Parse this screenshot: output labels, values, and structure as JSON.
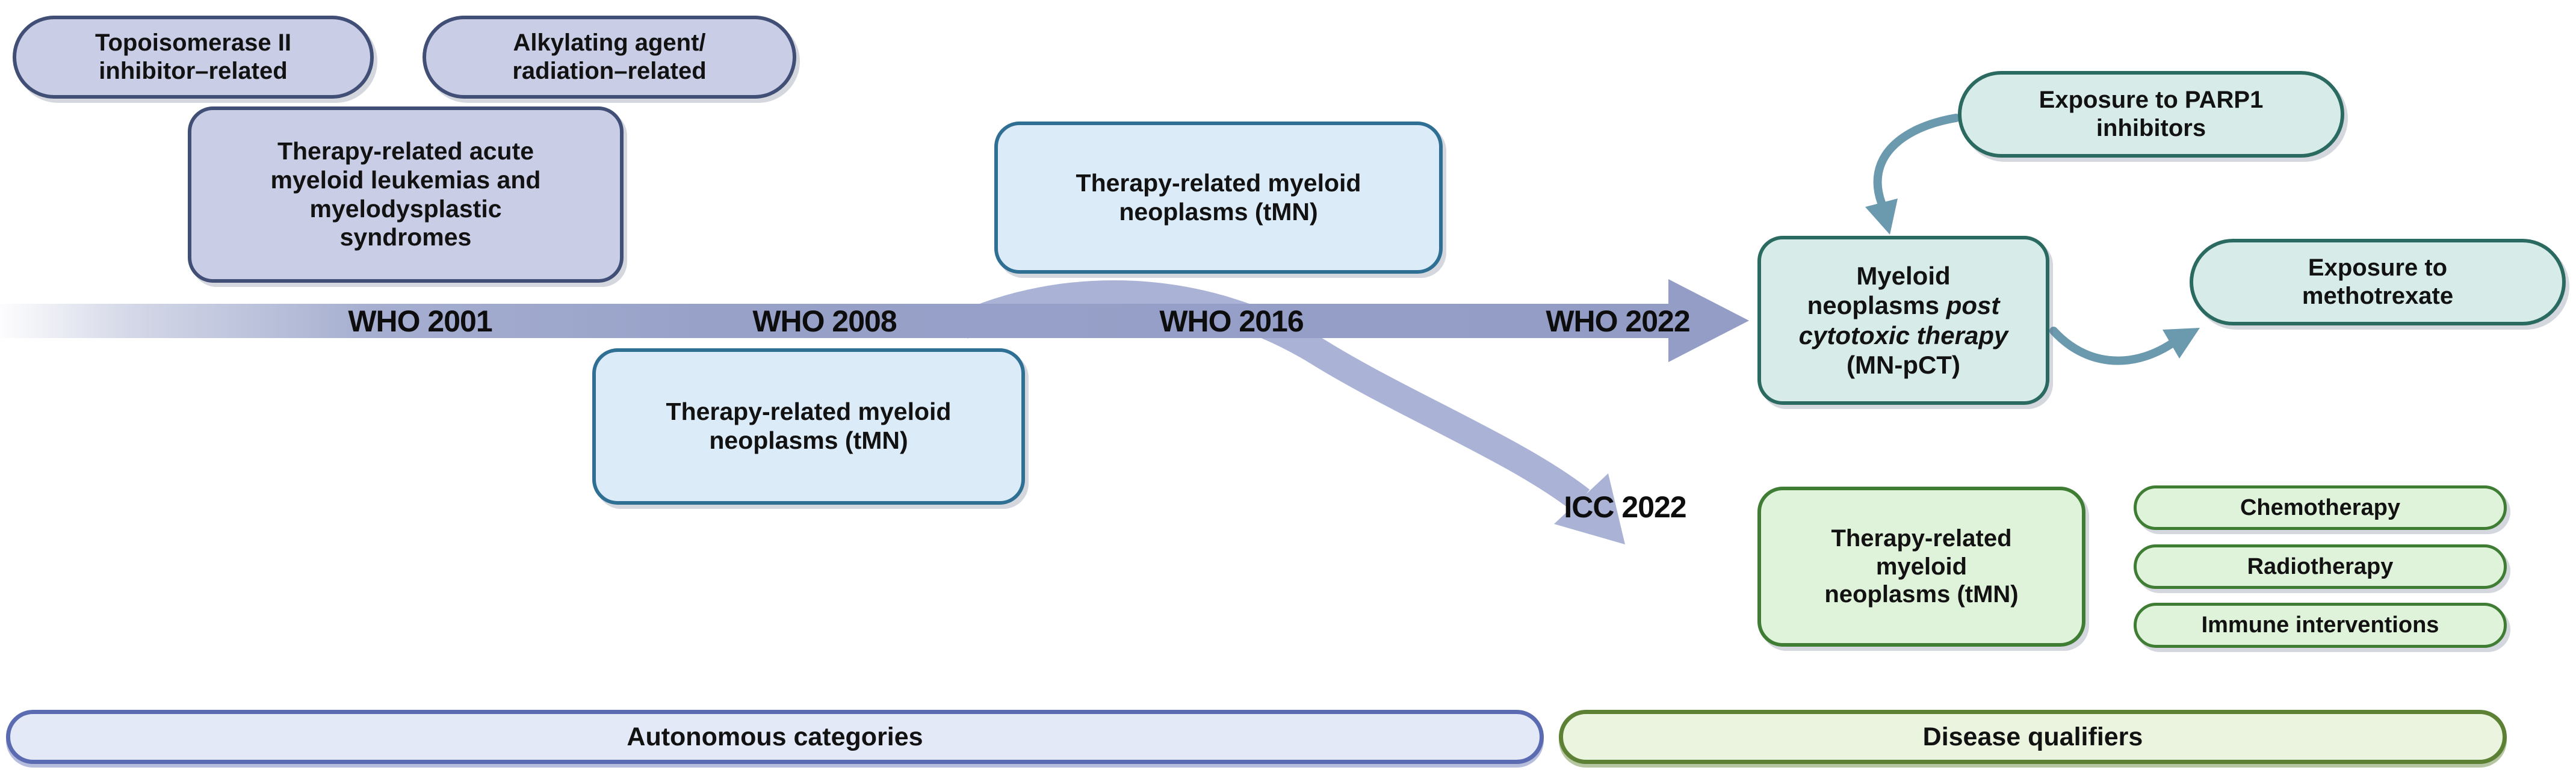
{
  "legacy_pills": {
    "topoisomerase": {
      "line1": "Topoisomerase II",
      "line2": "inhibitor–related"
    },
    "alkylating": {
      "line1": "Alkylating agent/",
      "line2": "radiation–related"
    }
  },
  "who2001_box": {
    "line1": "Therapy-related acute",
    "line2": "myeloid leukemias and",
    "line3": "myelodysplastic",
    "line4": "syndromes"
  },
  "timeline": {
    "who2001": "WHO 2001",
    "who2008": "WHO 2008",
    "who2016": "WHO 2016",
    "who2022": "WHO 2022",
    "icc2022": "ICC 2022"
  },
  "tmn_2008_box": {
    "line1": "Therapy-related myeloid",
    "line2": "neoplasms (tMN)"
  },
  "tmn_2016_box": {
    "line1": "Therapy-related myeloid",
    "line2": "neoplasms (tMN)"
  },
  "parp1_pill": {
    "line1": "Exposure to PARP1",
    "line2": "inhibitors"
  },
  "mnpct_box": {
    "line1": "Myeloid",
    "line2_normal": "neoplasms ",
    "line2_italic": "post",
    "line3_italic": "cytotoxic therapy",
    "line4": "(MN-pCT)"
  },
  "methotrexate_pill": {
    "line1": "Exposure to",
    "line2": "methotrexate"
  },
  "icc_tmn_box": {
    "line1": "Therapy-related",
    "line2": "myeloid",
    "line3": "neoplasms (tMN)"
  },
  "qualifier_pills": {
    "chemotherapy": "Chemotherapy",
    "radiotherapy": "Radiotherapy",
    "immune": "Immune interventions"
  },
  "banners": {
    "autonomous": "Autonomous categories",
    "disease": "Disease qualifiers"
  },
  "colors": {
    "purple_fill": "#c9cee6",
    "purple_border": "#414f76",
    "blue_fill": "#dcebf8",
    "blue_border": "#2f6f93",
    "teal_fill": "#d7ece8",
    "teal_border": "#2b6a60",
    "green_fill": "#dff3da",
    "green_border": "#3e7d33",
    "banner_blue_fill": "#e4e9f8",
    "banner_blue_border": "#5b6bb1",
    "banner_green_fill": "#eaf4de",
    "banner_green_border": "#5d8134",
    "timeline_band": "#98a2c9",
    "branch_arrow": "#a3acd2",
    "teal_arrow": "#6b99ad"
  }
}
